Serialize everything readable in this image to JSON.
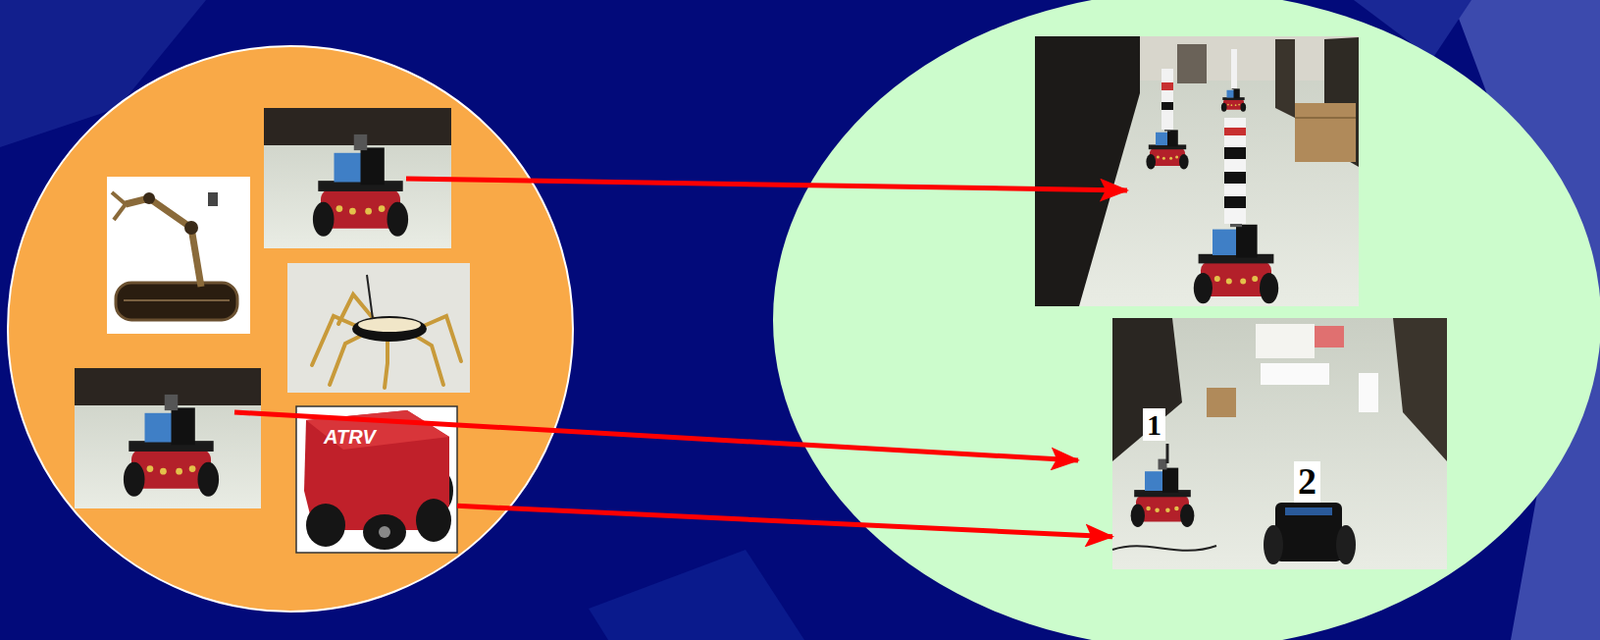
{
  "diagram": {
    "nodes": [
      {
        "text": [
          "ATRV"
        ]
      },
      {
        "text": [
          "1",
          "2"
        ]
      }
    ],
    "edges": [
      {
        "from": 0,
        "to": 1,
        "arrow": "to"
      }
    ]
  }
}
